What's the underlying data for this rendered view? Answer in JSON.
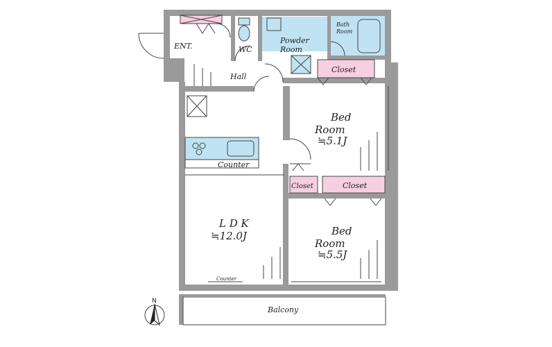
{
  "rooms": {
    "entrance": "ENT.",
    "wc": "WC",
    "powder_room_line1": "Powder",
    "powder_room_line2": "Room",
    "bath_room_line1": "Bath",
    "bath_room_line2": "Room",
    "hall": "Hall",
    "closet_top": "Closet",
    "bed_room_1_line1": "Bed",
    "bed_room_1_line2": "Room",
    "bed_room_1_size": "≒5.1J",
    "counter_kitchen": "Counter",
    "closet_small": "Closet",
    "closet_mid": "Closet",
    "ldk_line1": "L D K",
    "ldk_size": "≒12.0J",
    "bed_room_2_line1": "Bed",
    "bed_room_2_line2": "Room",
    "bed_room_2_size": "≒5.5J",
    "counter_small": "Counter",
    "balcony": "Balcony"
  },
  "compass": {
    "north_label": "N"
  },
  "colors": {
    "wall": "#9a9a9a",
    "wet_area": "#bfe3f2",
    "closet": "#f6cfe0",
    "entrance_shoebox": "#f6cfe0"
  }
}
